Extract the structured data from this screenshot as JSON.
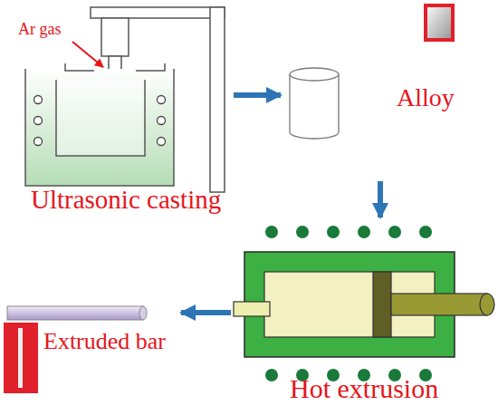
{
  "diagram": {
    "nodes": [
      {
        "text": [
          "Ultrasonic casting"
        ]
      },
      {
        "text": [
          "Alloy"
        ]
      },
      {
        "text": [
          "Hot extrusion"
        ]
      },
      {
        "text": [
          "Extruded bar"
        ]
      }
    ],
    "edges": [
      {
        "from": 0,
        "to": 1,
        "arrow": "to"
      },
      {
        "from": 1,
        "to": 2,
        "arrow": "to"
      },
      {
        "from": 2,
        "to": 3,
        "arrow": "to"
      }
    ],
    "labels": [
      "Ar gas"
    ]
  }
}
